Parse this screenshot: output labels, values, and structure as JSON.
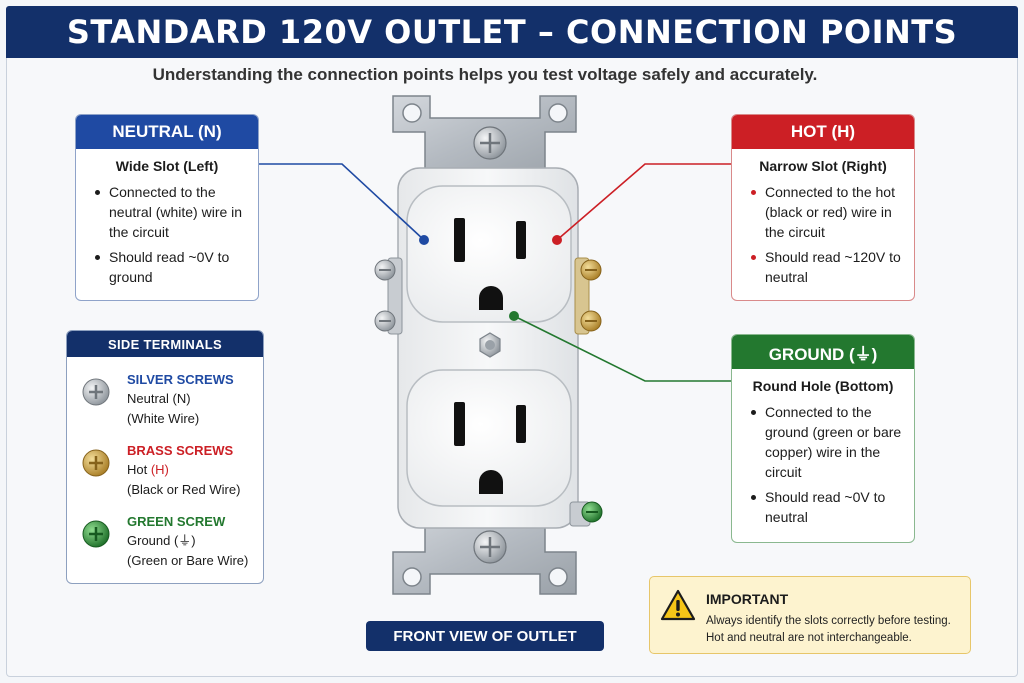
{
  "title": "STANDARD 120V OUTLET – CONNECTION POINTS",
  "subtitle": "Understanding the connection points helps you test voltage safely and accurately.",
  "neutral": {
    "header": "NEUTRAL (N)",
    "slot": "Wide Slot (Left)",
    "bullets": [
      "Connected to the neutral (white) wire in the circuit",
      "Should read ~0V to ground"
    ]
  },
  "hot": {
    "header": "HOT (H)",
    "slot": "Narrow Slot (Right)",
    "bullets": [
      "Connected to the hot (black or red) wire in the circuit",
      "Should read ~120V to neutral"
    ]
  },
  "ground": {
    "header": "GROUND (⏚)",
    "slot": "Round Hole (Bottom)",
    "bullets": [
      "Connected to the ground (green or bare copper) wire in the circuit",
      "Should read ~0V to neutral"
    ]
  },
  "side_terminals": {
    "header": "SIDE TERMINALS",
    "items": [
      {
        "name": "SILVER SCREWS",
        "line1": "Neutral (N)",
        "line2": "(White Wire)",
        "color": "#1f4aa3",
        "screw": "silver-screw-icon"
      },
      {
        "name": "BRASS SCREWS",
        "line1a": "Hot ",
        "line1b": "(H)",
        "line2": "(Black or Red Wire)",
        "color": "#cc1f25",
        "screw": "brass-screw-icon"
      },
      {
        "name": "GREEN SCREW",
        "line1": "Ground (⏚)",
        "line2": "(Green or Bare Wire)",
        "color": "#23782f",
        "screw": "green-screw-icon"
      }
    ]
  },
  "important": {
    "title": "IMPORTANT",
    "text": "Always identify the slots correctly before testing. Hot and neutral are not interchangeable.",
    "icon": "warning-icon"
  },
  "front_label": "FRONT VIEW OF OUTLET",
  "colors": {
    "navy": "#13306a",
    "neutral_blue": "#1f4aa3",
    "hot_red": "#cc1f25",
    "ground_green": "#23782f",
    "warning_bg": "#fdf3cf"
  }
}
